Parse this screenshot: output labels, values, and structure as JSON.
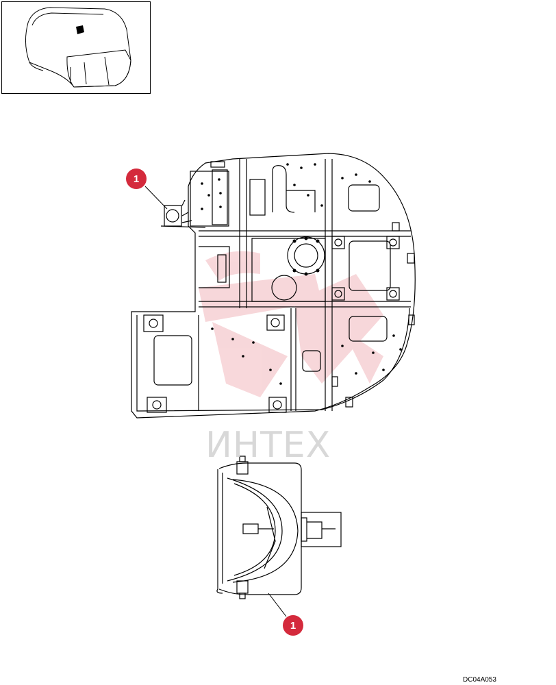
{
  "diagram": {
    "callouts": [
      {
        "id": "callout-1-frame",
        "label": "1"
      },
      {
        "id": "callout-1-detail",
        "label": "1"
      }
    ],
    "watermark_text": "ИНТЕХ",
    "drawing_code": "DC04A053",
    "colors": {
      "line": "#000000",
      "callout_fill": "#d42a3c",
      "callout_text": "#ffffff",
      "watermark": "#f2b8bd",
      "watermark_text": "#d8d8d8"
    },
    "icons": [
      "machine-overview-thumbnail",
      "upper-frame-drawing",
      "work-light-detail"
    ]
  }
}
